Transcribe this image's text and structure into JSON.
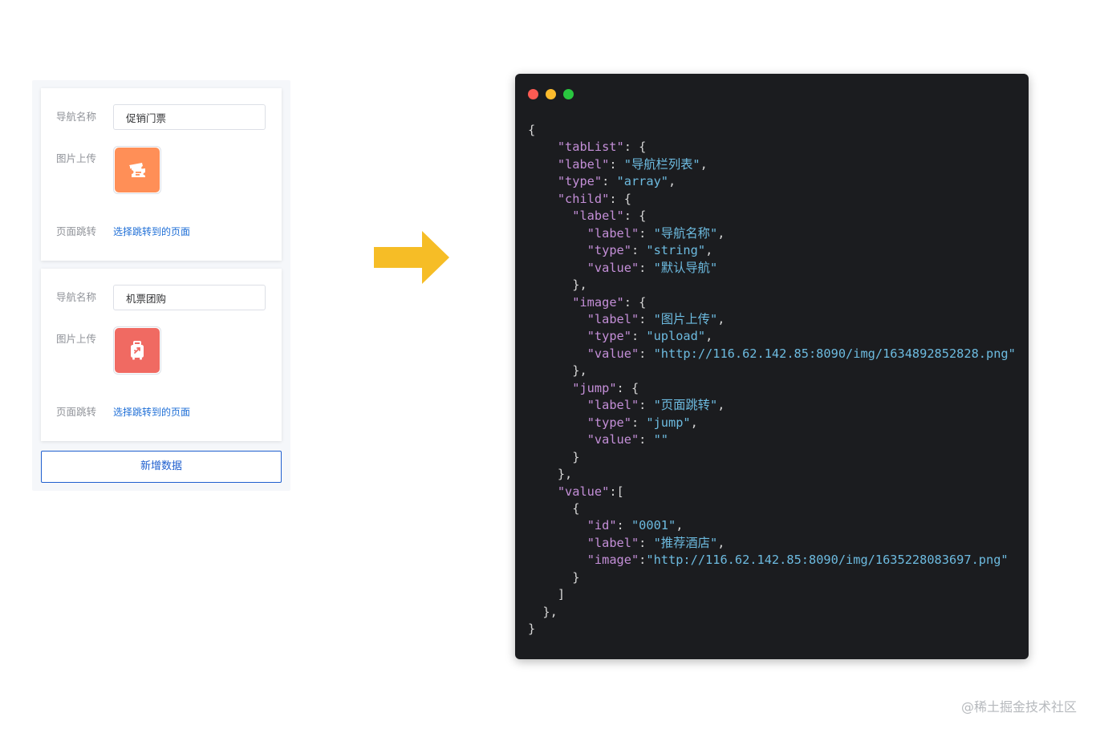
{
  "form": {
    "items": [
      {
        "name_label": "导航名称",
        "name_value": "促销门票",
        "image_label": "图片上传",
        "image_icon": "ticket-icon",
        "image_color": "#ff8f57",
        "jump_label": "页面跳转",
        "jump_link": "选择跳转到的页面"
      },
      {
        "name_label": "导航名称",
        "name_value": "机票团购",
        "image_label": "图片上传",
        "image_icon": "luggage-icon",
        "image_color": "#f06a62",
        "jump_label": "页面跳转",
        "jump_link": "选择跳转到的页面"
      }
    ],
    "add_button": "新增数据"
  },
  "arrow_color": "#f6bd26",
  "code_window": {
    "lines": [
      [
        [
          "p",
          "{"
        ]
      ],
      [
        [
          "p",
          "    "
        ],
        [
          "k",
          "\"tabList\""
        ],
        [
          "p",
          ": {"
        ]
      ],
      [
        [
          "p",
          "    "
        ],
        [
          "k",
          "\"label\""
        ],
        [
          "p",
          ": "
        ],
        [
          "s",
          "\"导航栏列表\""
        ],
        [
          "p",
          ","
        ]
      ],
      [
        [
          "p",
          "    "
        ],
        [
          "k",
          "\"type\""
        ],
        [
          "p",
          ": "
        ],
        [
          "s",
          "\"array\""
        ],
        [
          "p",
          ","
        ]
      ],
      [
        [
          "p",
          "    "
        ],
        [
          "k",
          "\"child\""
        ],
        [
          "p",
          ": {"
        ]
      ],
      [
        [
          "p",
          "      "
        ],
        [
          "k",
          "\"label\""
        ],
        [
          "p",
          ": {"
        ]
      ],
      [
        [
          "p",
          "        "
        ],
        [
          "k",
          "\"label\""
        ],
        [
          "p",
          ": "
        ],
        [
          "s",
          "\"导航名称\""
        ],
        [
          "p",
          ","
        ]
      ],
      [
        [
          "p",
          "        "
        ],
        [
          "k",
          "\"type\""
        ],
        [
          "p",
          ": "
        ],
        [
          "s",
          "\"string\""
        ],
        [
          "p",
          ","
        ]
      ],
      [
        [
          "p",
          "        "
        ],
        [
          "k",
          "\"value\""
        ],
        [
          "p",
          ": "
        ],
        [
          "s",
          "\"默认导航\""
        ]
      ],
      [
        [
          "p",
          "      },"
        ]
      ],
      [
        [
          "p",
          "      "
        ],
        [
          "k",
          "\"image\""
        ],
        [
          "p",
          ": {"
        ]
      ],
      [
        [
          "p",
          "        "
        ],
        [
          "k",
          "\"label\""
        ],
        [
          "p",
          ": "
        ],
        [
          "s",
          "\"图片上传\""
        ],
        [
          "p",
          ","
        ]
      ],
      [
        [
          "p",
          "        "
        ],
        [
          "k",
          "\"type\""
        ],
        [
          "p",
          ": "
        ],
        [
          "s",
          "\"upload\""
        ],
        [
          "p",
          ","
        ]
      ],
      [
        [
          "p",
          "        "
        ],
        [
          "k",
          "\"value\""
        ],
        [
          "p",
          ": "
        ],
        [
          "s",
          "\"http://116.62.142.85:8090/img/1634892852828.png\""
        ]
      ],
      [
        [
          "p",
          "      },"
        ]
      ],
      [
        [
          "p",
          "      "
        ],
        [
          "k",
          "\"jump\""
        ],
        [
          "p",
          ": {"
        ]
      ],
      [
        [
          "p",
          "        "
        ],
        [
          "k",
          "\"label\""
        ],
        [
          "p",
          ": "
        ],
        [
          "s",
          "\"页面跳转\""
        ],
        [
          "p",
          ","
        ]
      ],
      [
        [
          "p",
          "        "
        ],
        [
          "k",
          "\"type\""
        ],
        [
          "p",
          ": "
        ],
        [
          "s",
          "\"jump\""
        ],
        [
          "p",
          ","
        ]
      ],
      [
        [
          "p",
          "        "
        ],
        [
          "k",
          "\"value\""
        ],
        [
          "p",
          ": "
        ],
        [
          "s",
          "\"\""
        ]
      ],
      [
        [
          "p",
          "      }"
        ]
      ],
      [
        [
          "p",
          "    },"
        ]
      ],
      [
        [
          "p",
          "    "
        ],
        [
          "k",
          "\"value\""
        ],
        [
          "p",
          ":["
        ]
      ],
      [
        [
          "p",
          "      {"
        ]
      ],
      [
        [
          "p",
          "        "
        ],
        [
          "k",
          "\"id\""
        ],
        [
          "p",
          ": "
        ],
        [
          "s",
          "\"0001\""
        ],
        [
          "p",
          ","
        ]
      ],
      [
        [
          "p",
          "        "
        ],
        [
          "k",
          "\"label\""
        ],
        [
          "p",
          ": "
        ],
        [
          "s",
          "\"推荐酒店\""
        ],
        [
          "p",
          ","
        ]
      ],
      [
        [
          "p",
          "        "
        ],
        [
          "k",
          "\"image\""
        ],
        [
          "p",
          ":"
        ],
        [
          "s",
          "\"http://116.62.142.85:8090/img/1635228083697.png\""
        ]
      ],
      [
        [
          "p",
          "      }"
        ]
      ],
      [
        [
          "p",
          "    ]"
        ]
      ],
      [
        [
          "p",
          "  },"
        ]
      ],
      [
        [
          "p",
          "}"
        ]
      ]
    ]
  },
  "watermark": "@稀土掘金技术社区"
}
